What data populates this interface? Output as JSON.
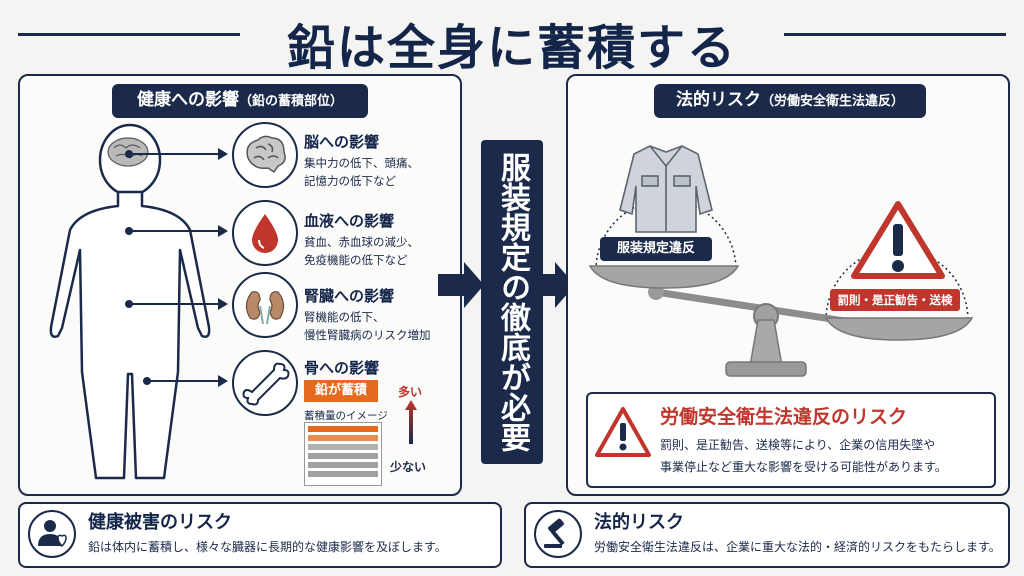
{
  "title": "鉛は全身に蓄積する",
  "left_panel": {
    "heading": "健康への影響",
    "heading_sub": "（鉛の蓄積部位）",
    "organs": [
      {
        "title": "脳への影響",
        "desc": "集中力の低下、頭痛、\n記憶力の低下など",
        "icon": "brain-icon"
      },
      {
        "title": "血液への影響",
        "desc": "貧血、赤血球の減少、\n免疫機能の低下など",
        "icon": "blood-drop-icon"
      },
      {
        "title": "腎臓への影響",
        "desc": "腎機能の低下、\n慢性腎臓病のリスク増加",
        "icon": "kidney-icon"
      },
      {
        "title": "骨への影響",
        "desc": "",
        "icon": "bone-icon"
      }
    ],
    "lead_badge": "鉛が蓄積",
    "amount_label": "蓄積量のイメージ",
    "more_label": "多い",
    "less_label": "少ない"
  },
  "center_banner": "服装規定の徹底が必要",
  "right_panel": {
    "heading": "法的リスク",
    "heading_sub": "（労働安全衛生法違反）",
    "jacket_label": "服装規定違反",
    "penalty_label": "罰則・是正勧告・送検",
    "risk_title": "労働安全衛生法違反のリスク",
    "risk_text_1": "罰則、是正勧告、送検等により、企業の信用失墜や",
    "risk_text_2": "事業停止など重大な影響を受ける可能性があります。"
  },
  "bottom_left": {
    "title": "健康被害のリスク",
    "text": "鉛は体内に蓄積し、様々な臓器に長期的な健康影響を及ぼします。",
    "icon": "person-heart-icon"
  },
  "bottom_right": {
    "title": "法的リスク",
    "text": "労働安全衛生法違反は、企業に重大な法的・経済的リスクをもたらします。",
    "icon": "gavel-icon"
  },
  "colors": {
    "navy": "#1b2a4a",
    "red": "#c0362c",
    "orange": "#e56a1e"
  }
}
